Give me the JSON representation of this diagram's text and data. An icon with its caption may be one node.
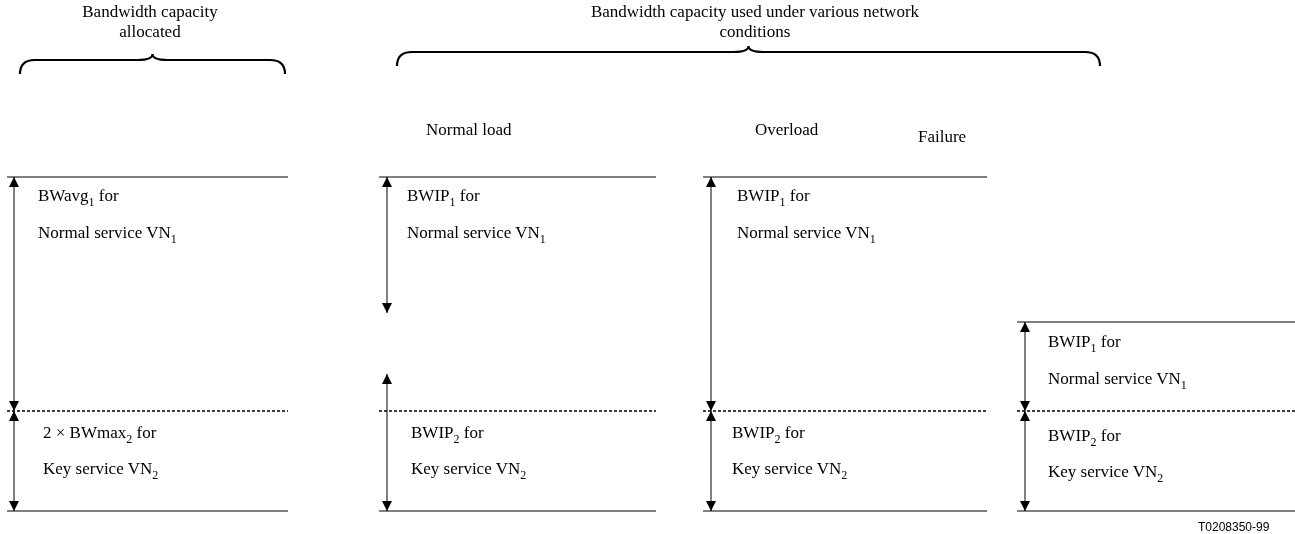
{
  "diagram": {
    "labels": [
      "Bandwidth capacity allocated",
      "Bandwidth capacity used under various network conditions",
      "Normal load",
      "Overload",
      "Failure",
      "BWavg$_{1}$ for",
      "Normal service VN$_{1}$",
      "BWIP$_{1}$ for",
      "Normal service VN$_{1}$",
      "BWIP$_{1}$ for",
      "Normal service VN$_{1}$",
      "BWIP$_{1}$ for",
      "Normal service VN$_{1}$",
      "2 × BWmax$_{2}$ for",
      "Key service VN$_{2}$",
      "BWIP$_{2}$ for",
      "Key service VN$_{2}$",
      "BWIP$_{2}$ for",
      "Key service VN$_{2}$",
      "BWIP$_{2}$ for",
      "Key service VN$_{2}$",
      "T0208350-99"
    ]
  }
}
